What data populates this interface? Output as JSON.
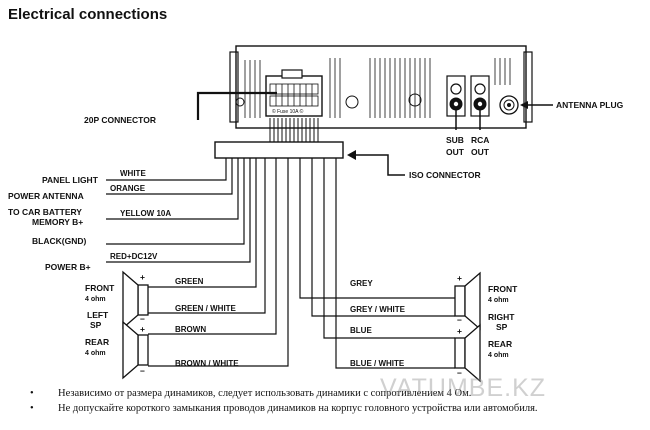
{
  "title": "Electrical connections",
  "head_unit": {
    "connector_20p": "20P CONNECTOR",
    "fuse_text": "© Fuse 10A ©",
    "sub_out": [
      "SUB",
      "OUT"
    ],
    "rca_out": [
      "RCA",
      "OUT"
    ],
    "antenna_plug": "ANTENNA PLUG",
    "iso_connector": "ISO CONNECTOR"
  },
  "left_labels": {
    "panel_light": "PANEL LIGHT",
    "power_antenna": "POWER ANTENNA",
    "memory_1": "TO CAR BATTERY",
    "memory_2": "MEMORY B+",
    "black_gnd": "BLACK(GND)",
    "power_b": "POWER B+"
  },
  "wire_labels": {
    "white": "WHITE",
    "orange": "ORANGE",
    "yellow": "YELLOW  10A",
    "red": "RED+DC12V",
    "green": "GREEN",
    "green_white": "GREEN / WHITE",
    "brown": "BROWN",
    "brown_white": "BROWN / WHITE",
    "grey": "GREY",
    "grey_white": "GREY / WHITE",
    "blue": "BLUE",
    "blue_white": "BLUE / WHITE"
  },
  "speakers": {
    "front_left": [
      "FRONT",
      "4 ohm"
    ],
    "left_sp": [
      "LEFT",
      "SP"
    ],
    "rear_left": [
      "REAR",
      "4 ohm"
    ],
    "front_right": [
      "FRONT",
      "4 ohm"
    ],
    "right_sp": [
      "RIGHT",
      "SP"
    ],
    "rear_right": [
      "REAR",
      "4 ohm"
    ],
    "plus": "+",
    "minus": "−"
  },
  "notes": [
    "Независимо от размера динамиков, следует использовать динамики с сопротивлением 4 Ом.",
    "Не допускайте короткого замыкания проводов динамиков на корпус головного устройства или автомобиля."
  ],
  "watermark": "VATUMBE.KZ",
  "bullet": "•"
}
